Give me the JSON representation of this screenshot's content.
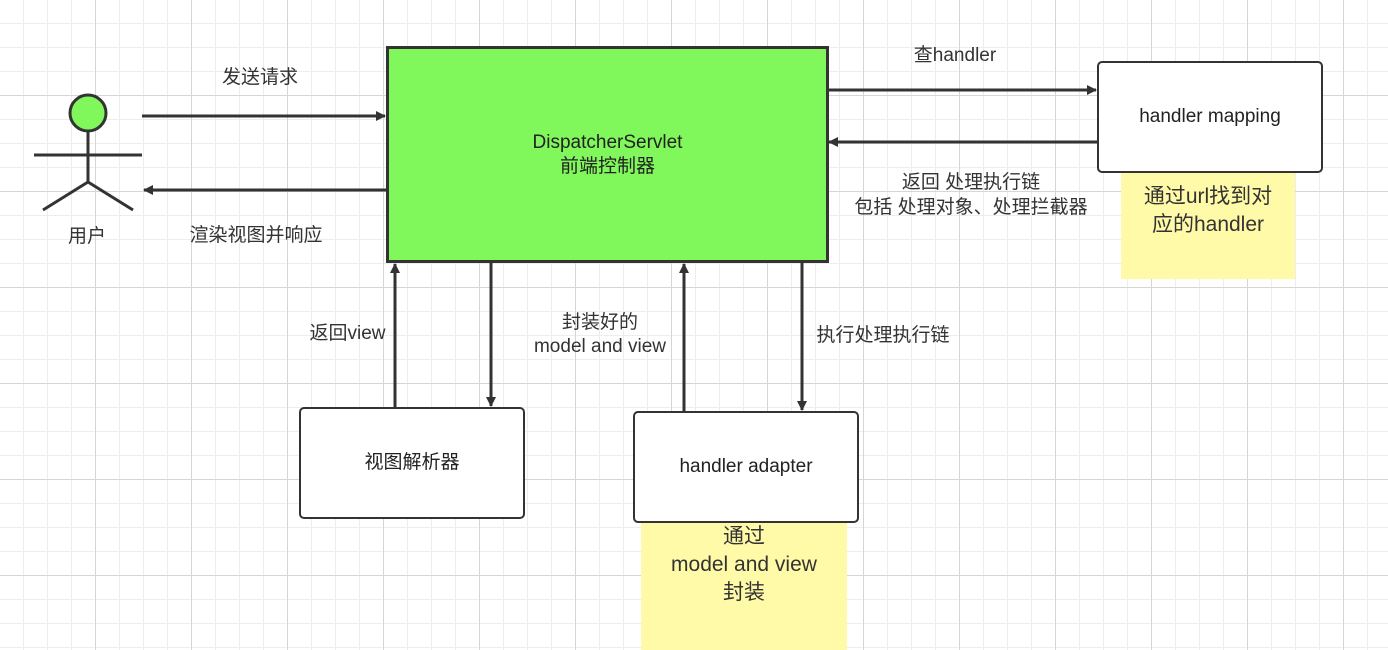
{
  "actor": {
    "label": "用户",
    "head_color": "#80f75a"
  },
  "dispatcher": {
    "line1": "DispatcherServlet",
    "line2": "前端控制器",
    "color": "#80f75a"
  },
  "handler_mapping": {
    "label": "handler mapping"
  },
  "view_resolver": {
    "label": "视图解析器"
  },
  "handler_adapter": {
    "label": "handler adapter"
  },
  "notes": {
    "mapping": {
      "line1": "通过url找到对",
      "line2": "应的handler",
      "color": "#fffaa8"
    },
    "adapter": {
      "line1": "通过",
      "line2": "model and view",
      "line3": "封装",
      "color": "#fffaa8"
    }
  },
  "edges": {
    "send_request": "发送请求",
    "render_response": "渲染视图并响应",
    "query_handler": "查handler",
    "return_chain_line1": "返回 处理执行链",
    "return_chain_line2": "包括 处理对象、处理拦截器",
    "return_view": "返回view",
    "packaged_line1": "封装好的",
    "packaged_line2": "model and view",
    "execute_chain": "执行处理执行链"
  }
}
